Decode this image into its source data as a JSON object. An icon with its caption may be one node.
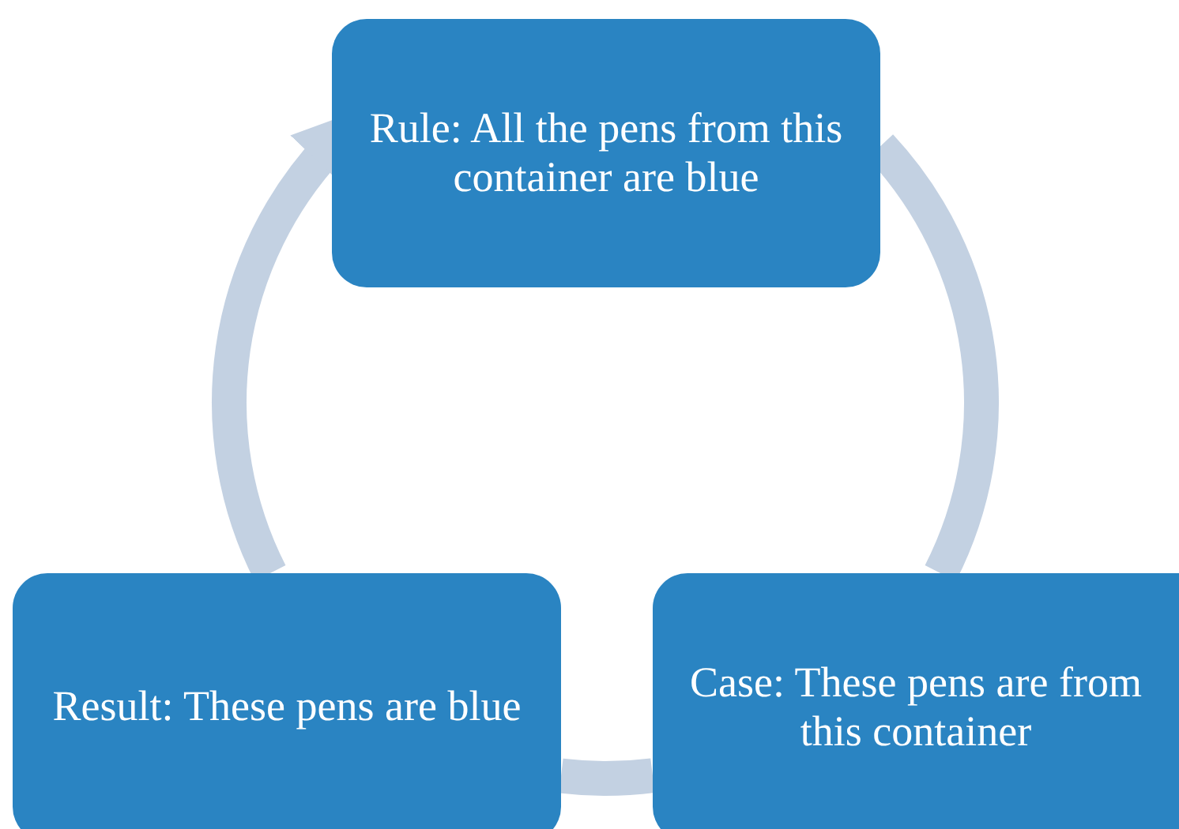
{
  "diagram": {
    "nodes": [
      {
        "text": [
          "Rule: All the pens from this container are blue"
        ]
      },
      {
        "text": [
          "Result: These pens are blue"
        ]
      },
      {
        "text": [
          "Case: These pens are from this container"
        ]
      }
    ],
    "edges": [
      {
        "from": 1,
        "to": 0,
        "arrow": "to"
      },
      {
        "from": 0,
        "to": 2,
        "arrow": "none"
      },
      {
        "from": 2,
        "to": 1,
        "arrow": "none"
      }
    ]
  }
}
